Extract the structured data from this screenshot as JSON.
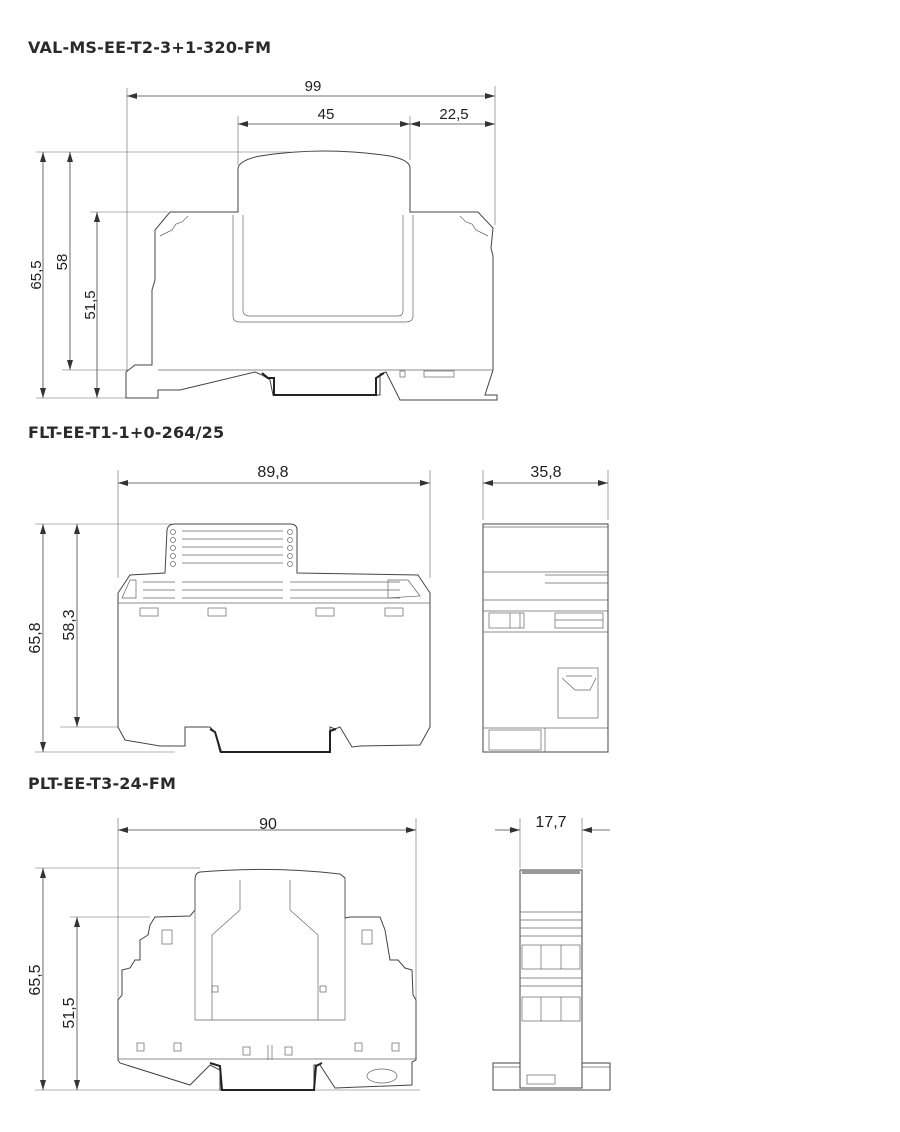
{
  "drawings": [
    {
      "title": "VAL-MS-EE-T2-3+1-320-FM",
      "dimensions": {
        "width_total": "99",
        "width_cap": "45",
        "width_side": "22,5",
        "height_total": "65,5",
        "height_rail": "58",
        "height_shoulder": "51,5"
      }
    },
    {
      "title": "FLT-EE-T1-1+0-264/25",
      "dimensions": {
        "width_total": "89,8",
        "depth": "35,8",
        "height_total": "65,8",
        "height_rail": "58,3"
      }
    },
    {
      "title": "PLT-EE-T3-24-FM",
      "dimensions": {
        "width_total": "90",
        "depth": "17,7",
        "height_total": "65,5",
        "height_shoulder": "51,5"
      }
    }
  ]
}
